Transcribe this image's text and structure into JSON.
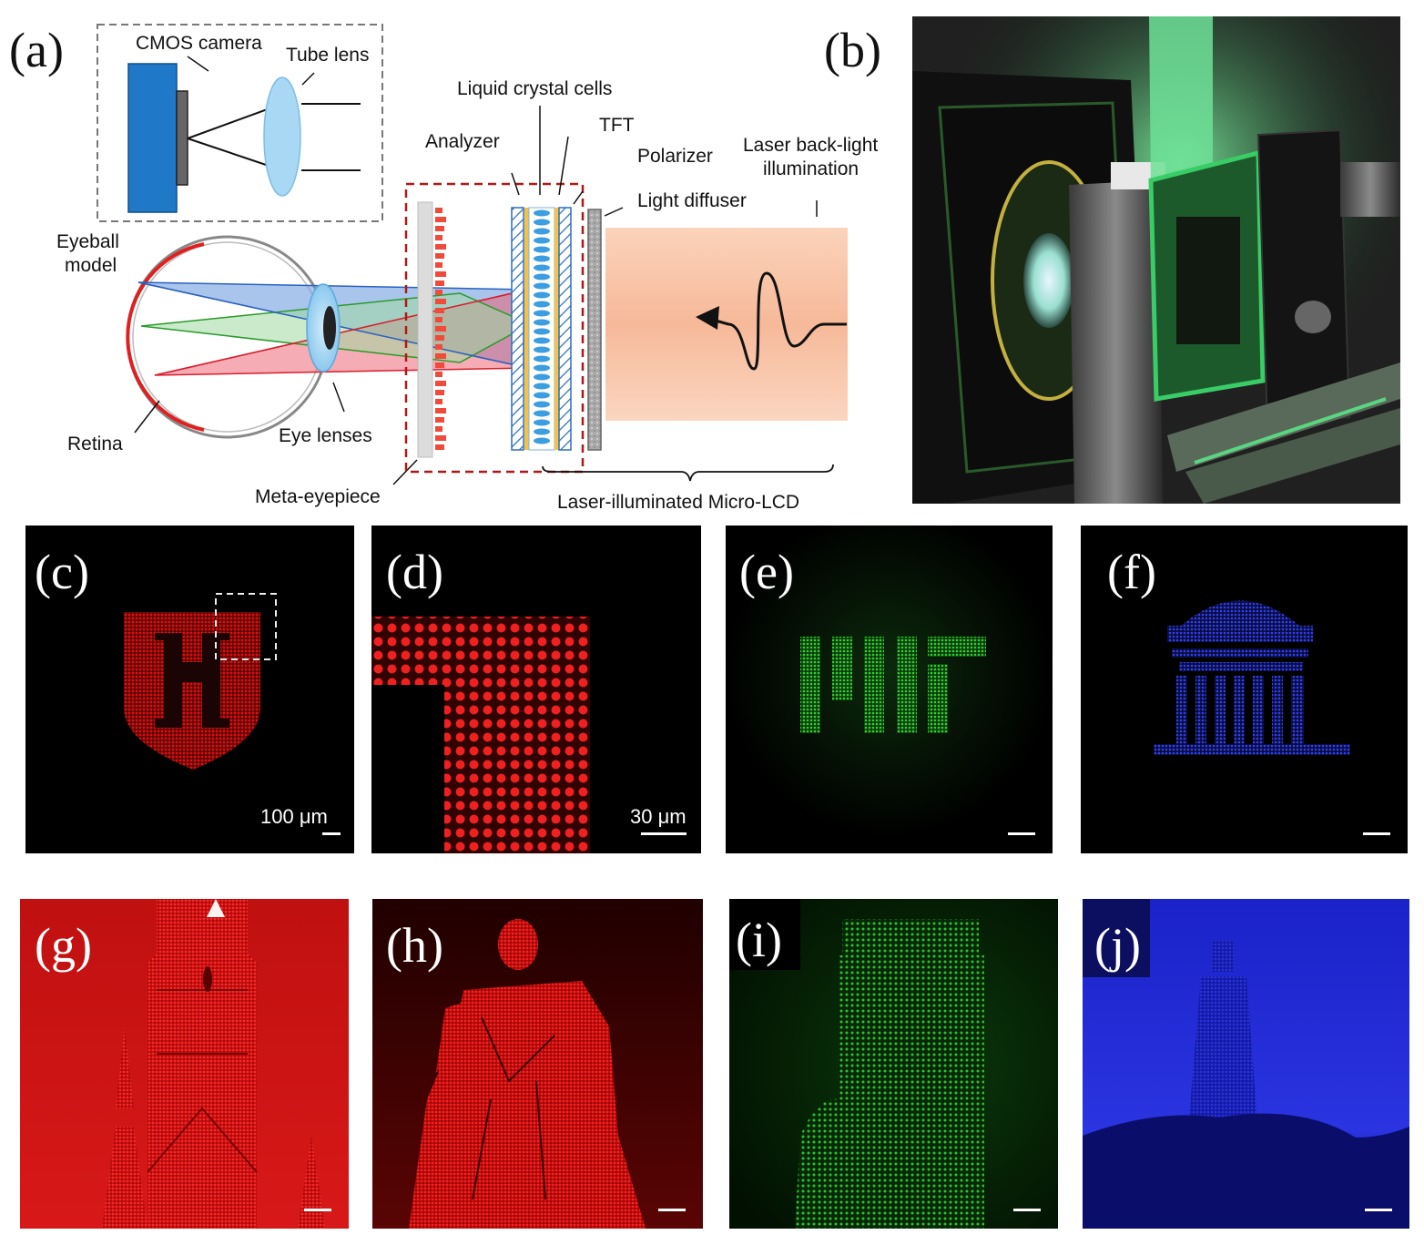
{
  "panel_labels": {
    "a": "(a)",
    "b": "(b)",
    "c": "(c)",
    "d": "(d)",
    "e": "(e)",
    "f": "(f)",
    "g": "(g)",
    "h": "(h)",
    "i": "(i)",
    "j": "(j)"
  },
  "diagram": {
    "cmos_camera": "CMOS camera",
    "tube_lens": "Tube lens",
    "eyeball_model_line1": "Eyeball",
    "eyeball_model_line2": "model",
    "retina": "Retina",
    "eye_lenses": "Eye lenses",
    "meta_eyepiece": "Meta-eyepiece",
    "liquid_crystal_cells": "Liquid crystal cells",
    "analyzer": "Analyzer",
    "tft": "TFT",
    "polarizer": "Polarizer",
    "light_diffuser": "Light diffuser",
    "backlight_line1": "Laser back-light",
    "backlight_line2": "illumination",
    "micro_lcd": "Laser-illuminated Micro-LCD"
  },
  "scale_bars": {
    "c": "100 μm",
    "d": "30 μm"
  },
  "colors": {
    "red_image": "#e01010",
    "green_image": "#22c022",
    "blue_image": "#2233ee",
    "camera_blue": "#1f78c8",
    "lens_blue": "#a9d8f5",
    "backlight_orange": "#f8c4a4",
    "dashed_red": "#b01818"
  }
}
